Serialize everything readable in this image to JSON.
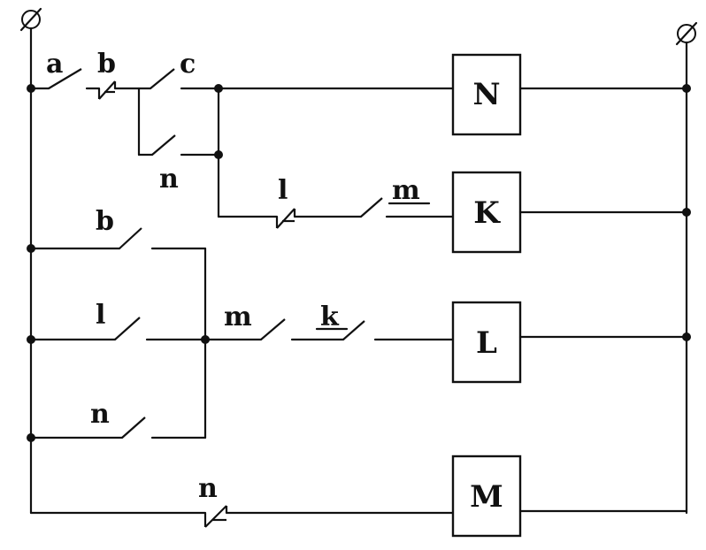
{
  "terminals": {
    "left": "Ø",
    "right": "Ø"
  },
  "coils": {
    "N": "N",
    "K": "K",
    "L": "L",
    "M": "M"
  },
  "contacts": {
    "a": "a",
    "b_nc": "b",
    "c": "c",
    "n_parallel": "n",
    "l_nc": "l",
    "m_rung2": "m",
    "b_no": "b",
    "l_no": "l",
    "n_no": "n",
    "m_rung3": "m",
    "k": "k",
    "n_nc": "n"
  }
}
